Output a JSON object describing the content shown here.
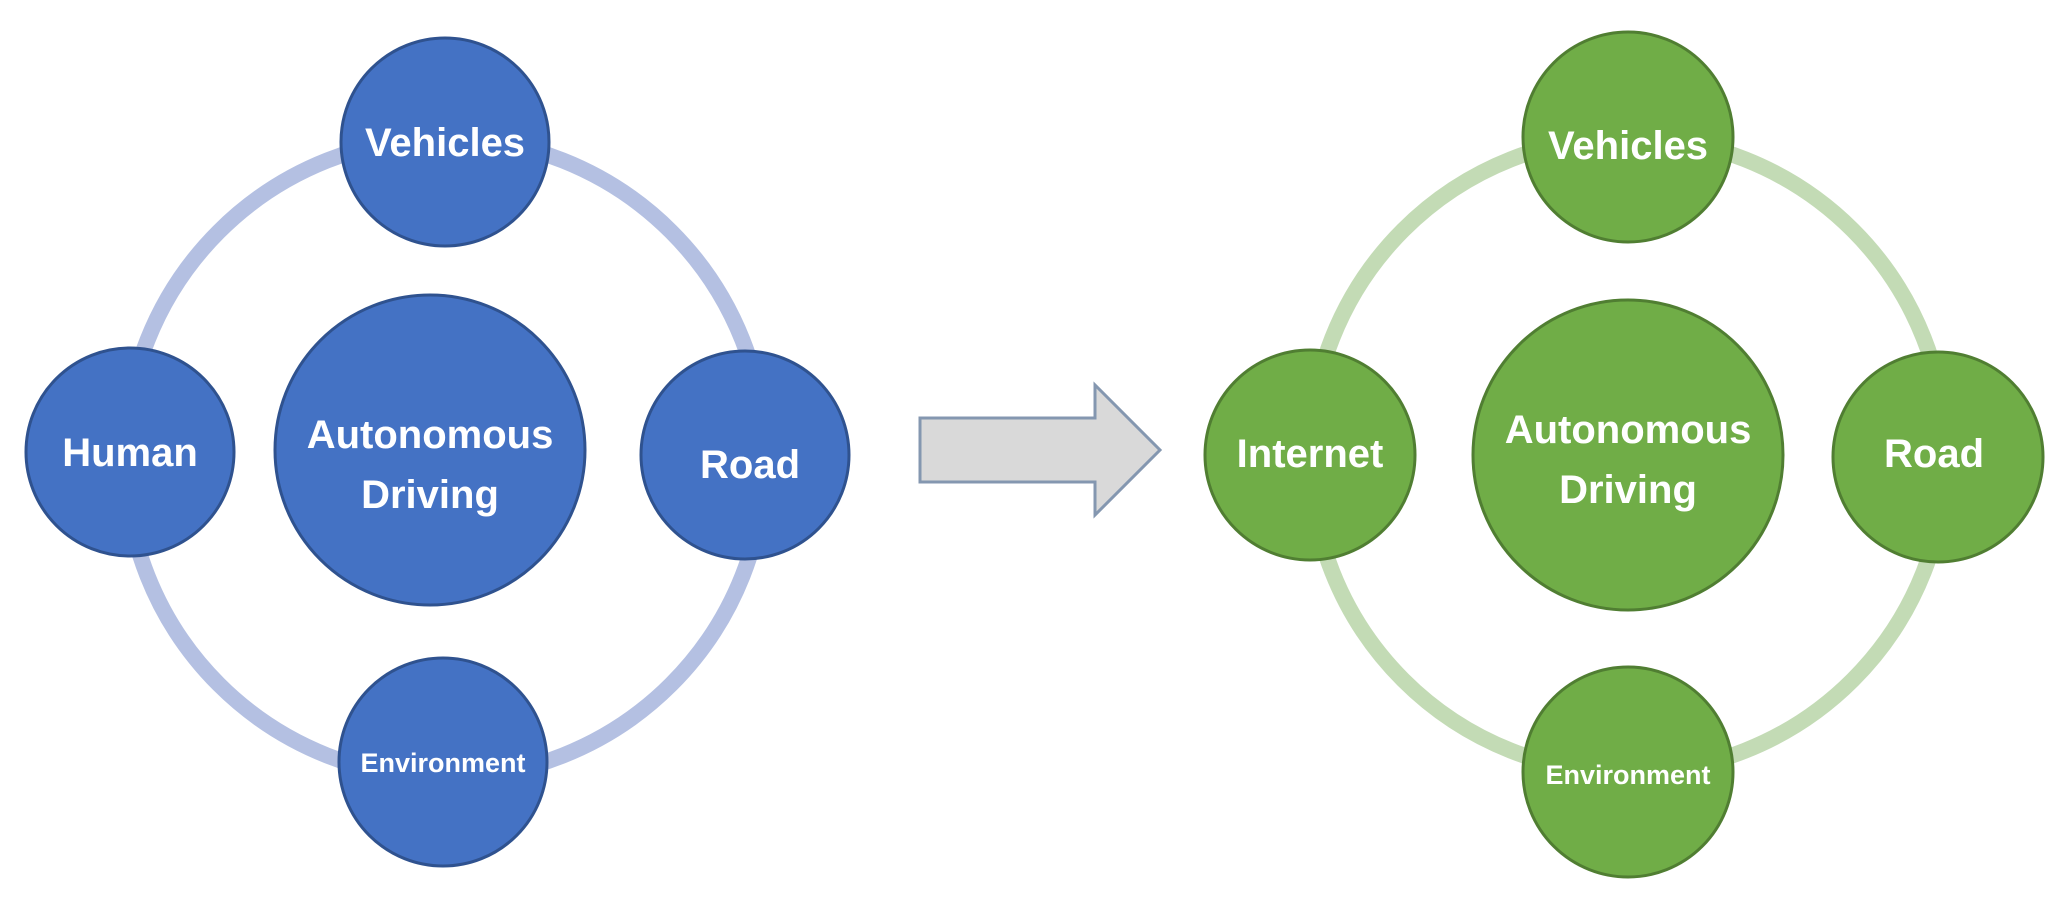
{
  "left_diagram": {
    "center": {
      "line1": "Autonomous",
      "line2": "Driving"
    },
    "top": "Vehicles",
    "left": "Human",
    "right": "Road",
    "bottom": "Environment"
  },
  "right_diagram": {
    "center": {
      "line1": "Autonomous",
      "line2": "Driving"
    },
    "top": "Vehicles",
    "left": "Internet",
    "right": "Road",
    "bottom": "Environment"
  },
  "colors": {
    "left_node": "#4472c4",
    "left_node_stroke": "#2f528f",
    "left_ring": "#b4c0e2",
    "right_node": "#70ad47",
    "right_node_stroke": "#507e32",
    "right_ring": "#c3dbb5",
    "arrow_fill": "#d9d9d9",
    "arrow_stroke": "#8497b0"
  }
}
